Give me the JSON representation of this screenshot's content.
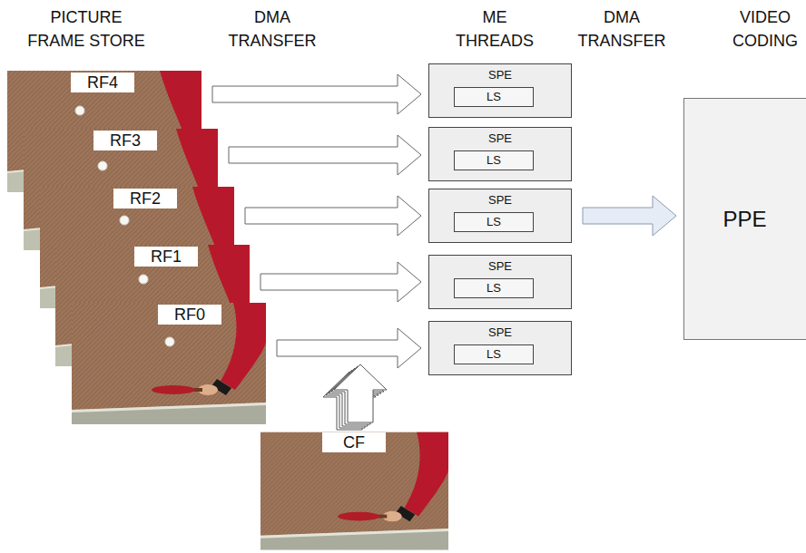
{
  "diagram": {
    "nodes": [
      {
        "text": [
          "RF4"
        ]
      },
      {
        "text": [
          "RF3"
        ]
      },
      {
        "text": [
          "RF2"
        ]
      },
      {
        "text": [
          "RF1"
        ]
      },
      {
        "text": [
          "RF0"
        ]
      },
      {
        "text": [
          "CF"
        ]
      },
      {
        "text": [
          "SPE"
        ]
      },
      {
        "text": [
          "LS"
        ],
        "in": 6
      },
      {
        "text": [
          "SPE"
        ]
      },
      {
        "text": [
          "LS"
        ],
        "in": 8
      },
      {
        "text": [
          "SPE"
        ]
      },
      {
        "text": [
          "LS"
        ],
        "in": 10
      },
      {
        "text": [
          "SPE"
        ]
      },
      {
        "text": [
          "LS"
        ],
        "in": 12
      },
      {
        "text": [
          "SPE"
        ]
      },
      {
        "text": [
          "LS"
        ],
        "in": 14
      },
      {
        "text": [
          "PPE"
        ]
      }
    ],
    "edges": [
      {
        "from": 0,
        "to": 6,
        "arrow": "to"
      },
      {
        "from": 1,
        "to": 8,
        "arrow": "to"
      },
      {
        "from": 2,
        "to": 10,
        "arrow": "to"
      },
      {
        "from": 3,
        "to": 12,
        "arrow": "to"
      },
      {
        "from": 4,
        "to": 14,
        "arrow": "to"
      },
      {
        "from": 10,
        "to": 16,
        "arrow": "to"
      }
    ],
    "labels": [
      "PICTURE FRAME STORE",
      "DMA TRANSFER",
      "ME THREADS",
      "DMA TRANSFER",
      "VIDEO CODING"
    ]
  }
}
